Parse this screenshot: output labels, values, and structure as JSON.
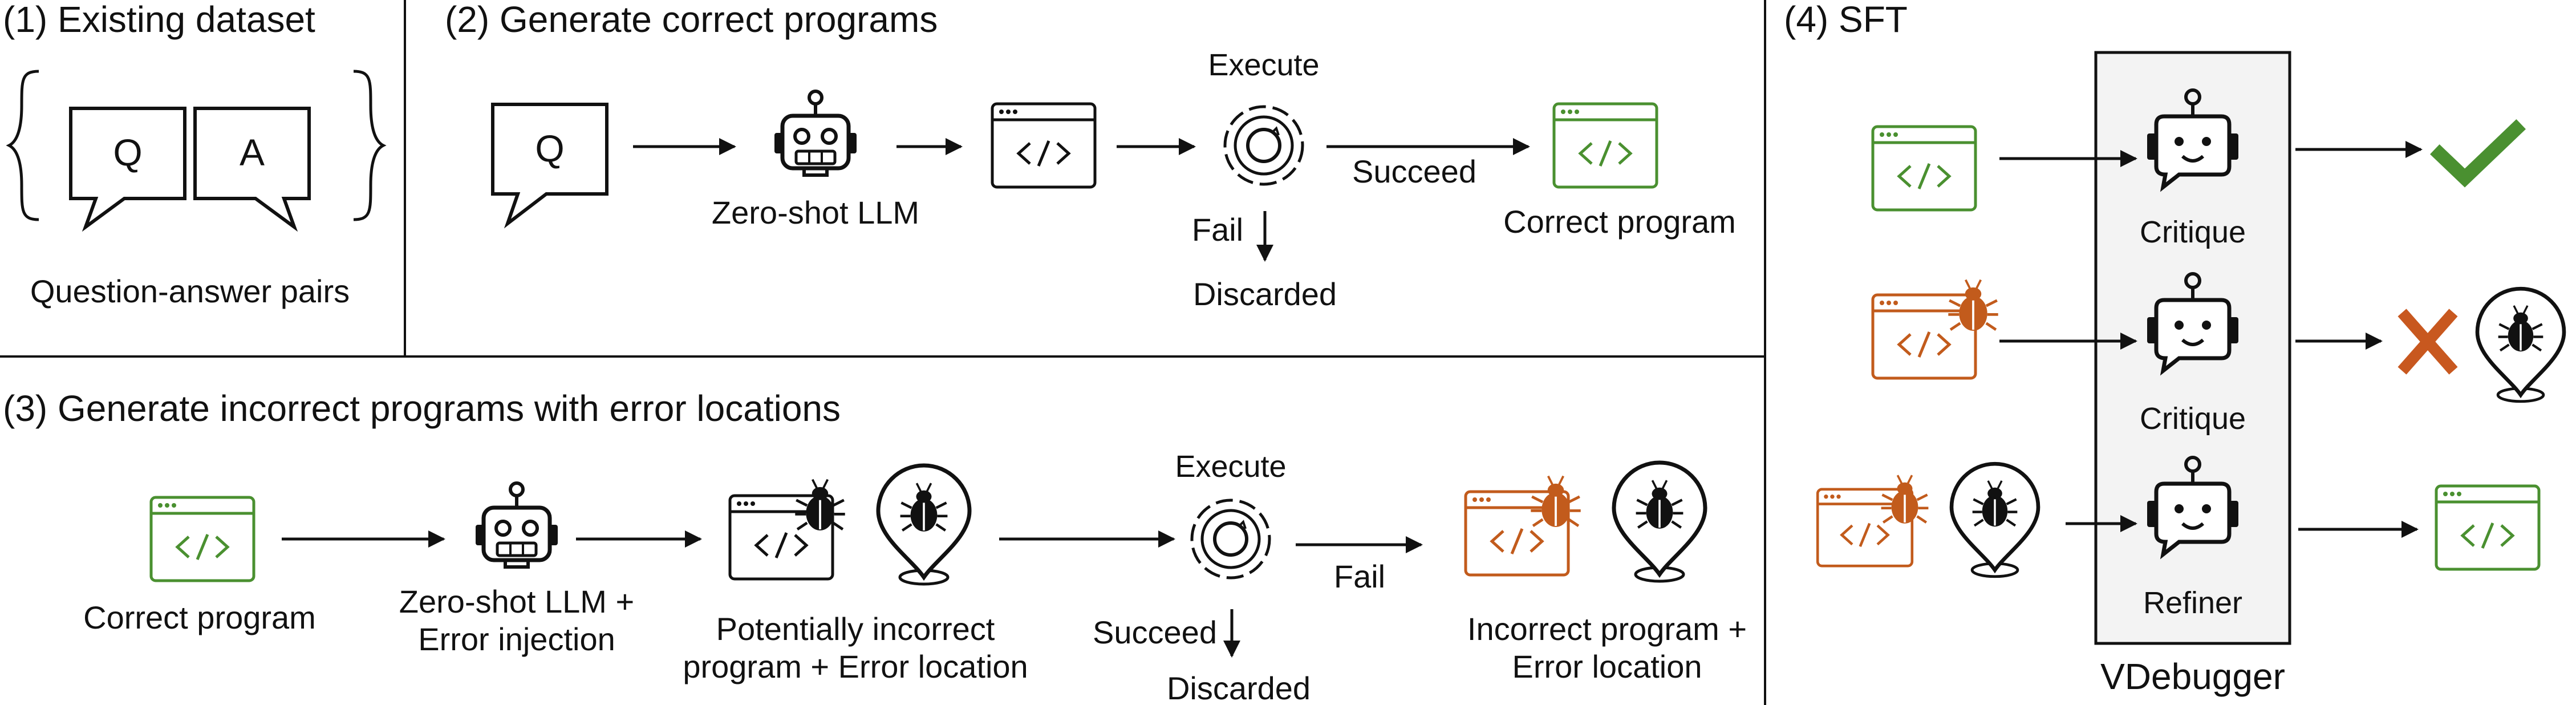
{
  "colors": {
    "ink": "#111111",
    "green": "#4a9030",
    "orange": "#c25b1c",
    "panel_fill": "#f3f3f3",
    "check_green": "#4a9030",
    "cross_orange": "#c8581f"
  },
  "icons": {
    "question_bubble": "speech-bubble-icon",
    "answer_bubble": "speech-bubble-icon",
    "robot": "robot-icon",
    "program": "code-window-icon",
    "execute": "gear-execute-icon",
    "bug": "bug-icon",
    "location_pin": "location-pin-bug-icon",
    "check": "check-icon",
    "cross": "cross-icon"
  },
  "section1": {
    "title": "(1) Existing dataset",
    "q_letter": "Q",
    "a_letter": "A",
    "caption": "Question-answer pairs"
  },
  "section2": {
    "title": "(2) Generate correct programs",
    "q_letter": "Q",
    "llm_label": "Zero-shot LLM",
    "execute_label": "Execute",
    "succeed_label": "Succeed",
    "fail_label": "Fail",
    "discarded_label": "Discarded",
    "correct_label": "Correct program"
  },
  "section3": {
    "title": "(3) Generate incorrect programs with error locations",
    "correct_label": "Correct program",
    "llm_label_line1": "Zero-shot LLM +",
    "llm_label_line2": "Error injection",
    "potential_line1": "Potentially incorrect",
    "potential_line2": "program + Error location",
    "execute_label": "Execute",
    "succeed_label": "Succeed",
    "fail_label": "Fail",
    "discarded_label": "Discarded",
    "incorrect_line1": "Incorrect program +",
    "incorrect_line2": "Error location"
  },
  "section4": {
    "title": "(4) SFT",
    "critique1_label": "Critique",
    "critique2_label": "Critique",
    "refiner_label": "Refiner",
    "panel_label": "VDebugger"
  }
}
